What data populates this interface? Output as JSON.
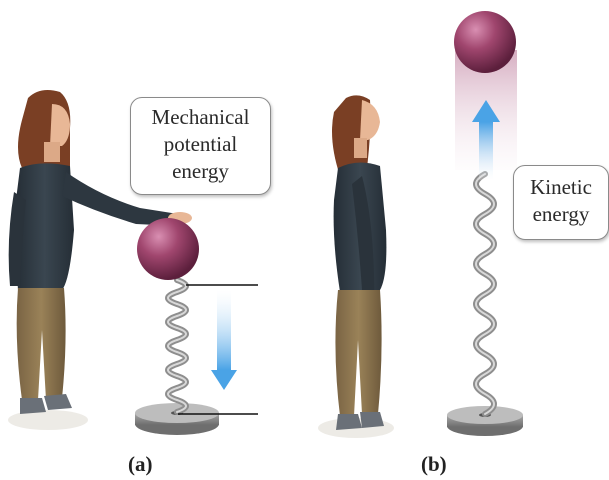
{
  "callouts": {
    "mechanical": {
      "lines": [
        "Mechanical",
        "potential",
        "energy"
      ]
    },
    "kinetic": {
      "lines": [
        "Kinetic",
        "energy"
      ]
    }
  },
  "panels": {
    "a": "(a)",
    "b": "(b)"
  },
  "colors": {
    "ball": "#a0466e",
    "arrow": "#5aaee8",
    "shirt": "#2d3740",
    "pants": "#8a7350",
    "hair": "#7a3f24",
    "skin": "#e8b796",
    "spring": "#9a9a9a"
  }
}
